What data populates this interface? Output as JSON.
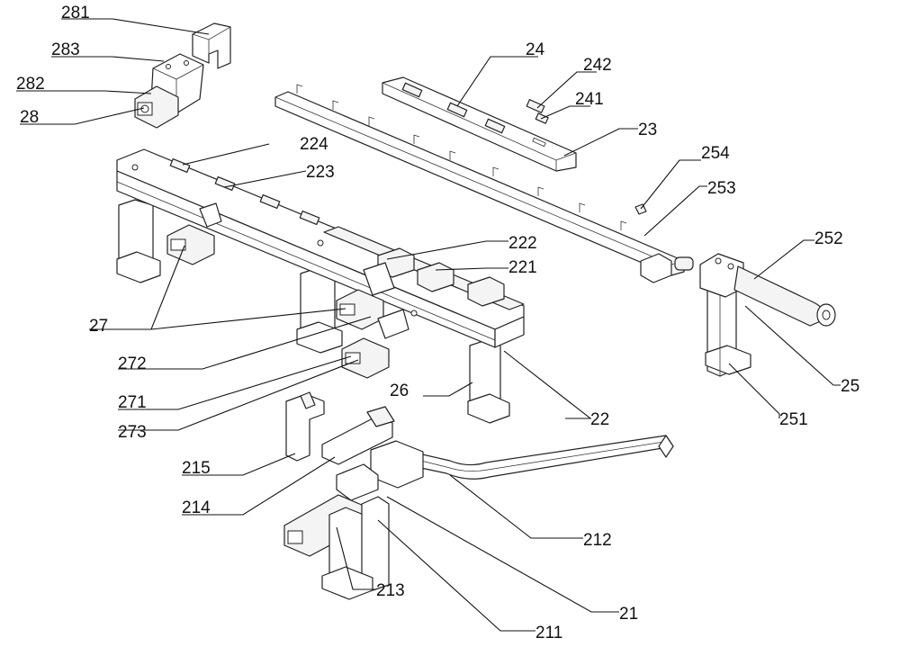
{
  "labels": {
    "l281": "281",
    "l283": "283",
    "l282": "282",
    "l28": "28",
    "l24": "24",
    "l242": "242",
    "l241": "241",
    "l23": "23",
    "l224": "224",
    "l223": "223",
    "l254": "254",
    "l253": "253",
    "l252": "252",
    "l222": "222",
    "l221": "221",
    "l27": "27",
    "l272": "272",
    "l271": "271",
    "l26": "26",
    "l22": "22",
    "l25": "25",
    "l251": "251",
    "l273": "273",
    "l215": "215",
    "l214": "214",
    "l212": "212",
    "l213": "213",
    "l21": "21",
    "l211": "211"
  }
}
